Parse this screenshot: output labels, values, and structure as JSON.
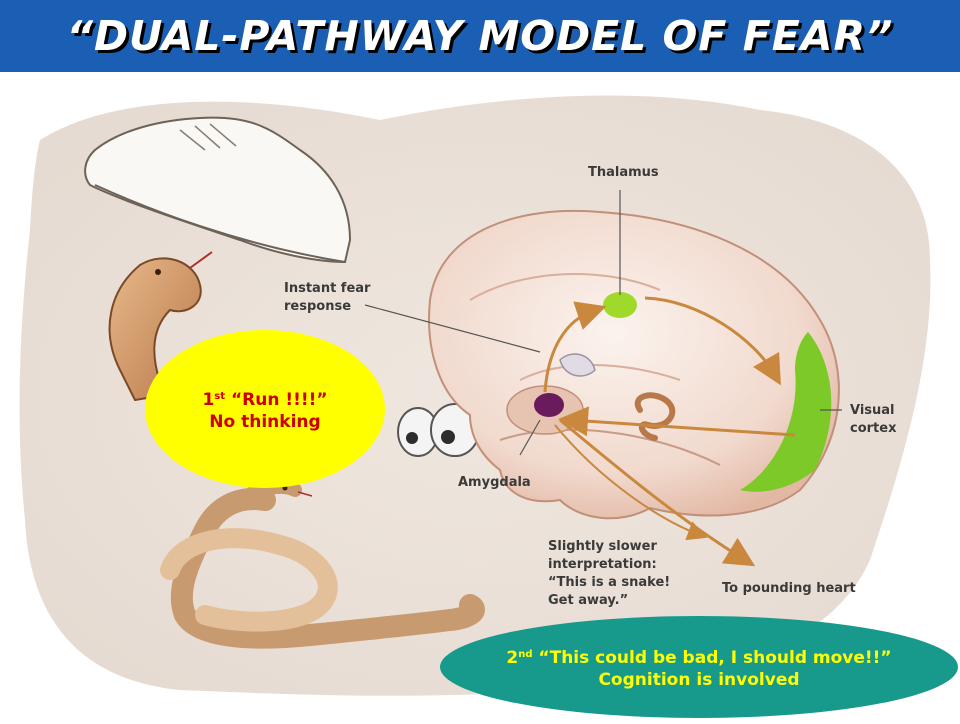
{
  "title": "“DUAL-PATHWAY MODEL OF FEAR”",
  "labels": {
    "thalamus": "Thalamus",
    "instant_fear_1": "Instant fear",
    "instant_fear_2": "response",
    "visual_1": "Visual",
    "visual_2": "cortex",
    "amygdala": "Amygdala",
    "slower_1": "Slightly slower",
    "slower_2": "interpretation:",
    "slower_3": "“This is a snake!",
    "slower_4": "Get away.”",
    "heart": "To pounding heart"
  },
  "bubble_first": {
    "ordinal_num": "1",
    "ordinal_suffix": "st",
    "quote": " “Run !!!!”",
    "line2": "No thinking"
  },
  "bubble_second": {
    "ordinal_num": "2",
    "ordinal_suffix": "nd",
    "quote": " “This could be bad, I should move!!”",
    "line2": "Cognition is involved"
  },
  "colors": {
    "title_bar": "#1a5fb4",
    "bubble_first_fill": "#ffff00",
    "bubble_first_text": "#cc0000",
    "bubble_second_fill": "#179a8c",
    "bubble_second_text": "#ffff00",
    "thalamus": "#9fd92a",
    "amygdala": "#6a1b5c",
    "visual_cortex": "#7cc927"
  }
}
